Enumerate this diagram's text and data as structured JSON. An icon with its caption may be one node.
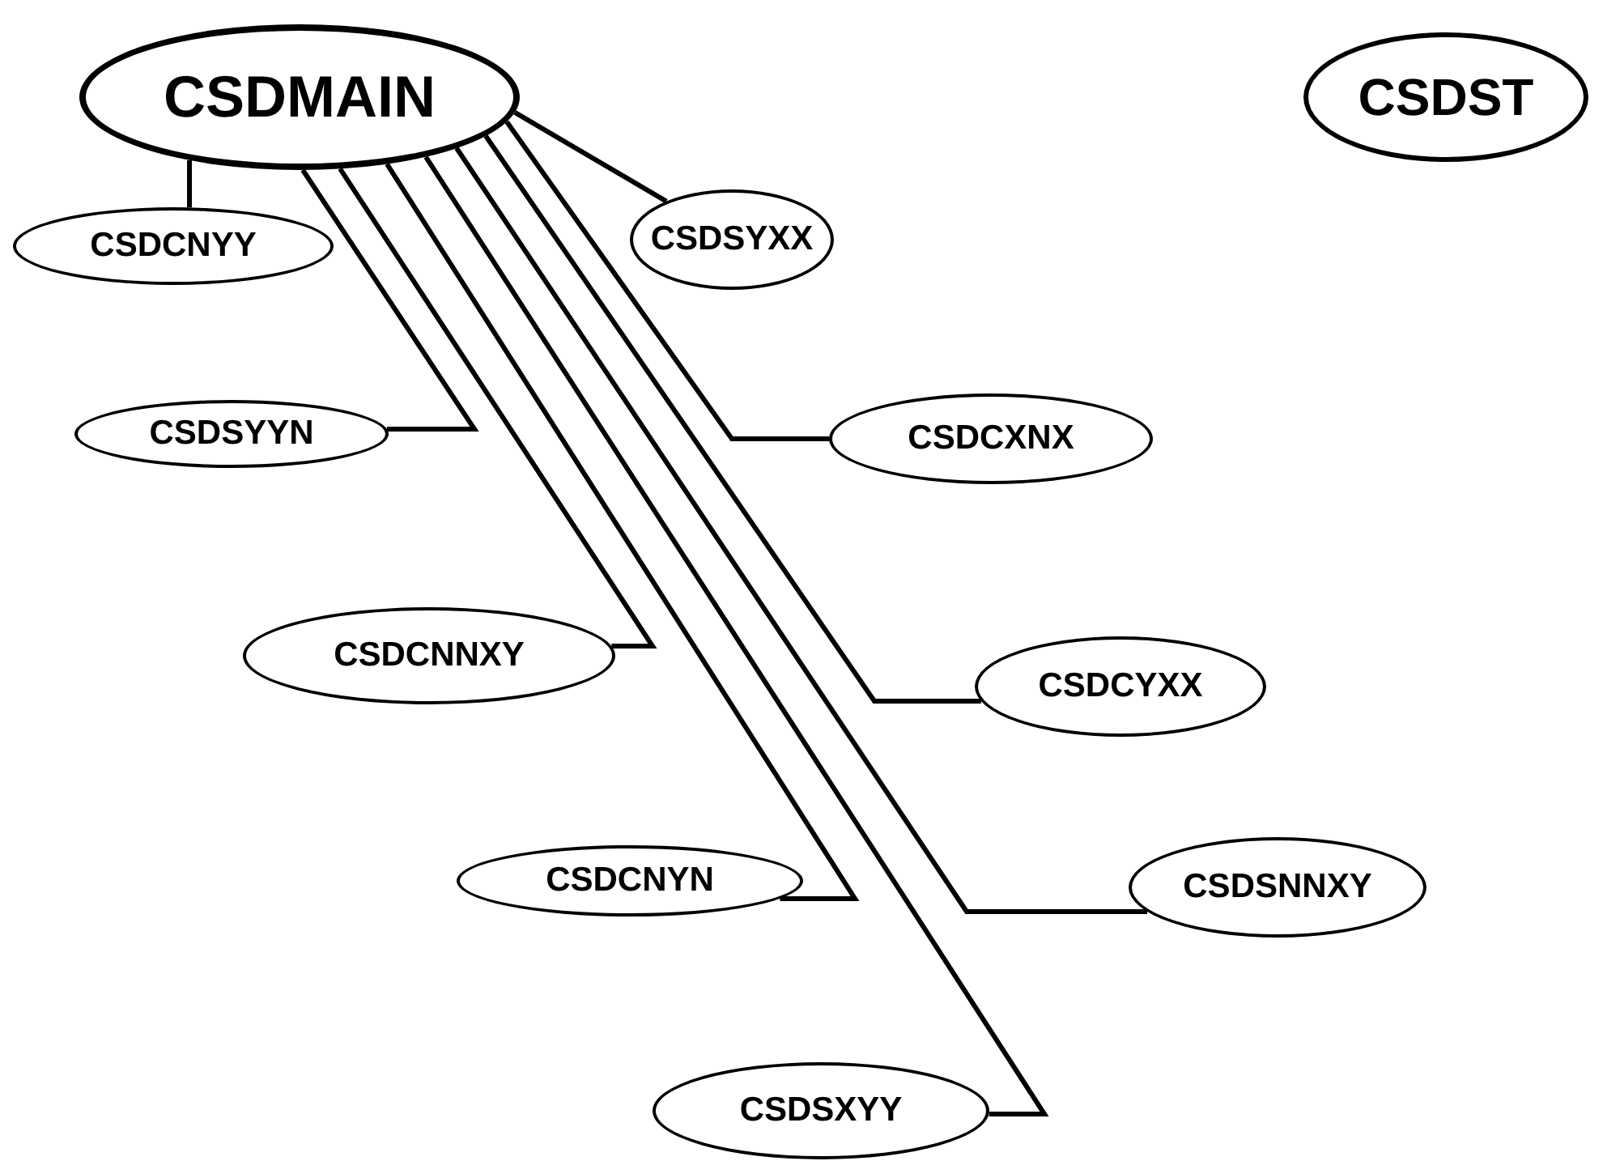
{
  "diagram": {
    "nodes": [
      {
        "text": [
          "CSDMAIN"
        ]
      },
      {
        "text": [
          "CSDST"
        ]
      },
      {
        "text": [
          "CSDCNYY"
        ]
      },
      {
        "text": [
          "CSDSYXX"
        ]
      },
      {
        "text": [
          "CSDSYYN"
        ]
      },
      {
        "text": [
          "CSDCXNX"
        ]
      },
      {
        "text": [
          "CSDCNNXY"
        ]
      },
      {
        "text": [
          "CSDCYXX"
        ]
      },
      {
        "text": [
          "CSDCNYN"
        ]
      },
      {
        "text": [
          "CSDSNNXY"
        ]
      },
      {
        "text": [
          "CSDSXYY"
        ]
      }
    ],
    "edges": [
      {
        "from": 0,
        "to": 2,
        "arrow": "none"
      },
      {
        "from": 0,
        "to": 4,
        "arrow": "none"
      },
      {
        "from": 0,
        "to": 6,
        "arrow": "none"
      },
      {
        "from": 0,
        "to": 8,
        "arrow": "none"
      },
      {
        "from": 0,
        "to": 10,
        "arrow": "none"
      },
      {
        "from": 0,
        "to": 9,
        "arrow": "none"
      },
      {
        "from": 0,
        "to": 7,
        "arrow": "none"
      },
      {
        "from": 0,
        "to": 5,
        "arrow": "none"
      },
      {
        "from": 0,
        "to": 3,
        "arrow": "none"
      }
    ]
  }
}
